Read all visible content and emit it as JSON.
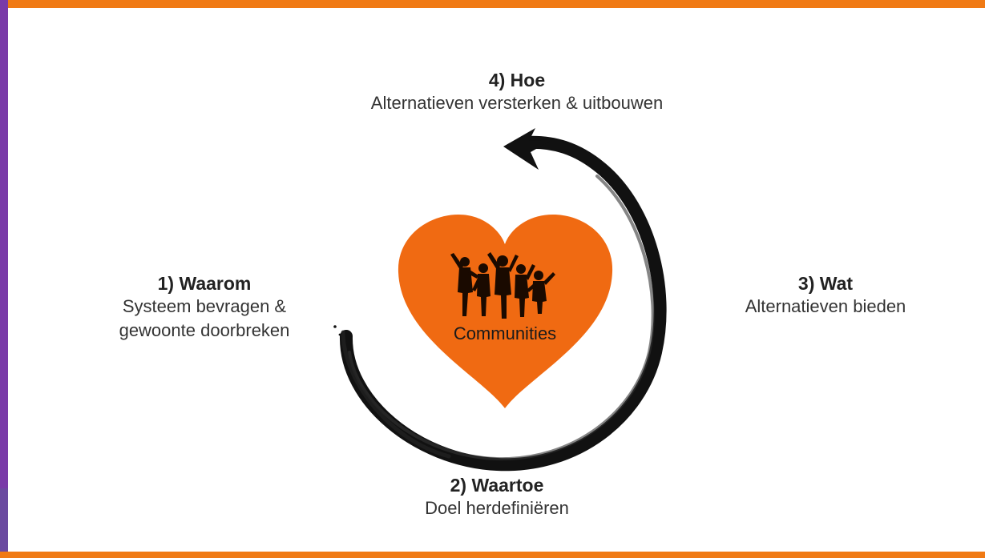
{
  "steps": {
    "step4": {
      "title": "4) Hoe",
      "desc": "Alternatieven versterken & uitbouwen"
    },
    "step1": {
      "title": "1) Waarom",
      "desc_line1": "Systeem bevragen &",
      "desc_line2": "gewoonte doorbreken"
    },
    "step3": {
      "title": "3) Wat",
      "desc": "Alternatieven bieden"
    },
    "step2": {
      "title": "2) Waartoe",
      "desc": "Doel herdefiniëren"
    }
  },
  "center": {
    "label": "Communities",
    "icon": "people-jumping-icon"
  },
  "colors": {
    "heart": "#f06a12",
    "stroke": "#111111",
    "frame_top": "#f07a14",
    "frame_side": "#7a3aa8"
  }
}
